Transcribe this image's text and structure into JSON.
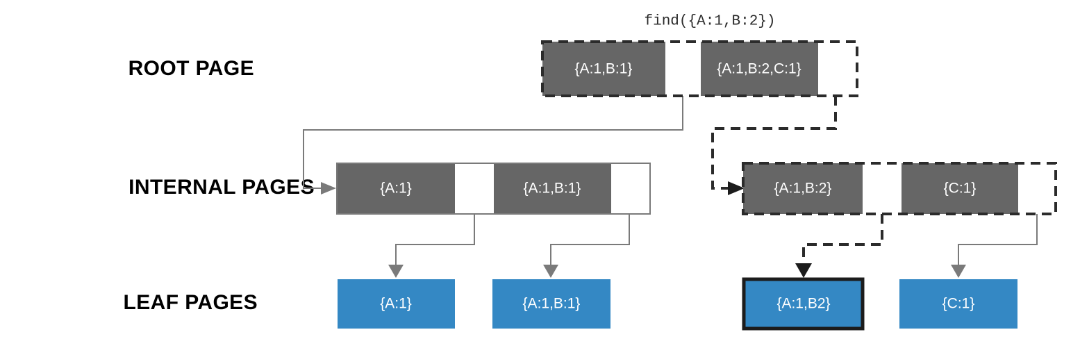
{
  "diagram": {
    "title_query": "find({A:1,B:2})",
    "colors": {
      "key_cell": "#666666",
      "pointer_cell": "#ffffff",
      "leaf": "#3488c4",
      "edge": "#7a7a7a",
      "highlight": "#2b2b2b",
      "label": "#000000"
    },
    "rows": [
      {
        "label": "ROOT PAGE"
      },
      {
        "label": "INTERNAL PAGES"
      },
      {
        "label": "LEAF PAGES"
      }
    ],
    "root_page": {
      "highlighted": true,
      "cells": [
        {
          "type": "key",
          "text": "{A:1,B:1}"
        },
        {
          "type": "pointer",
          "text": ""
        },
        {
          "type": "key",
          "text": "{A:1,B:2,C:1}"
        },
        {
          "type": "pointer",
          "text": ""
        }
      ]
    },
    "internal_pages": [
      {
        "highlighted": false,
        "cells": [
          {
            "type": "key",
            "text": "{A:1}"
          },
          {
            "type": "pointer",
            "text": ""
          },
          {
            "type": "key",
            "text": "{A:1,B:1}"
          },
          {
            "type": "pointer",
            "text": ""
          }
        ]
      },
      {
        "highlighted": true,
        "cells": [
          {
            "type": "key",
            "text": "{A:1,B:2}"
          },
          {
            "type": "pointer",
            "text": ""
          },
          {
            "type": "key",
            "text": "{C:1}"
          },
          {
            "type": "pointer",
            "text": ""
          }
        ]
      }
    ],
    "leaf_pages": [
      {
        "text": "{A:1}",
        "highlighted": false
      },
      {
        "text": "{A:1,B:1}",
        "highlighted": false
      },
      {
        "text": "{A:1,B2}",
        "highlighted": true
      },
      {
        "text": "{C:1}",
        "highlighted": false
      }
    ]
  }
}
